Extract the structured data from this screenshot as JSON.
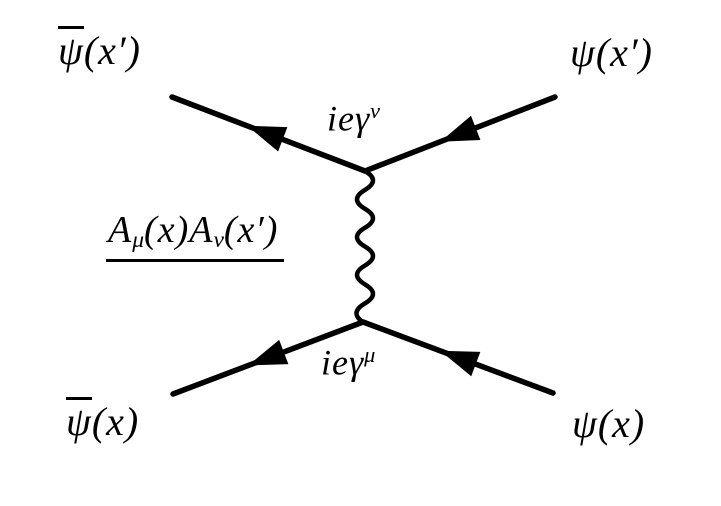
{
  "colors": {
    "background": "#ffffff",
    "ink": "#000000"
  },
  "labels": {
    "psibar_xprime": {
      "barred": "ψ",
      "rest": "(x′)"
    },
    "psi_xprime": "ψ(x′)",
    "vertex_top": {
      "base": "ieγ",
      "sup": "ν"
    },
    "propagator": {
      "A1": "A",
      "sub1": "μ",
      "arg1": "(x)",
      "A2": "A",
      "sub2": "ν",
      "arg2": "(x′)"
    },
    "vertex_bottom": {
      "base": "ieγ",
      "sup": "μ"
    },
    "psibar_x": {
      "barred": "ψ",
      "rest": "(x)"
    },
    "psi_x": "ψ(x)"
  },
  "elements": {
    "photon_propagator": {
      "style": "wavy-line",
      "orientation": "vertical",
      "connects": [
        "upper-vertex",
        "lower-vertex"
      ],
      "contraction_label_underlined": true
    },
    "fermion_lines": [
      {
        "position": "top-left",
        "end_label": "ψ̄(x′)",
        "arrow": "points up-left, away from upper vertex"
      },
      {
        "position": "top-right",
        "end_label": "ψ(x′)",
        "arrow": "points down-left, toward upper vertex"
      },
      {
        "position": "bottom-left",
        "end_label": "ψ̄(x)",
        "arrow": "points down-left, away from lower vertex"
      },
      {
        "position": "bottom-right",
        "end_label": "ψ(x)",
        "arrow": "points up-left, toward lower vertex"
      }
    ]
  }
}
